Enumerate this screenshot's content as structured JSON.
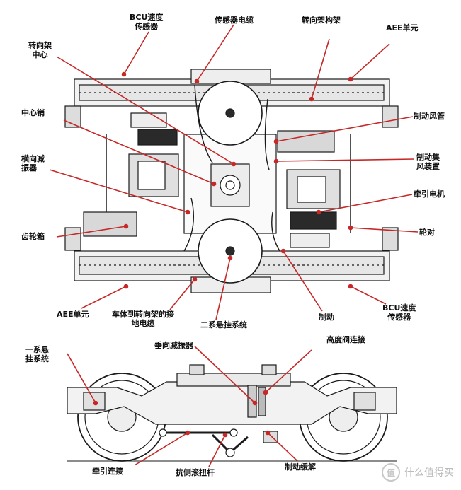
{
  "labels": {
    "bcu_top": [
      "BCU速度",
      "传感器"
    ],
    "sensor_cable": "传感器电缆",
    "bogie_frame": "转向架构架",
    "aee_top": "AEE单元",
    "bogie_center": [
      "转向架",
      "中心"
    ],
    "center_pin": "中心销",
    "lateral_damper": [
      "横向减",
      "振器"
    ],
    "gearbox": "齿轮箱",
    "brake_air_pipe": "制动风管",
    "brake_manifold": [
      "制动集",
      "风装置"
    ],
    "traction_motor": "牵引电机",
    "wheelset": "轮对",
    "aee_bottom": "AEE单元",
    "ground_cable": [
      "车体到转向架的接",
      "地电缆"
    ],
    "secondary_suspension": "二系悬挂系统",
    "brake": "制动",
    "bcu_bottom": [
      "BCU速度",
      "传感器"
    ],
    "primary_suspension": [
      "一系悬",
      "挂系统"
    ],
    "vertical_damper": "垂向减振器",
    "height_valve_link": "高度阀连接",
    "traction_link": "牵引连接",
    "anti_roll_bar": "抗侧滚扭杆",
    "brake_release": "制动缓解"
  },
  "watermark": {
    "logo_char": "值",
    "text": "什么值得买"
  },
  "colors": {
    "leader_line": "#c62828",
    "drawing_line": "#1a1a1a",
    "frame_fill": "#f2f2f2",
    "dark_fill": "#2a2a2a"
  }
}
